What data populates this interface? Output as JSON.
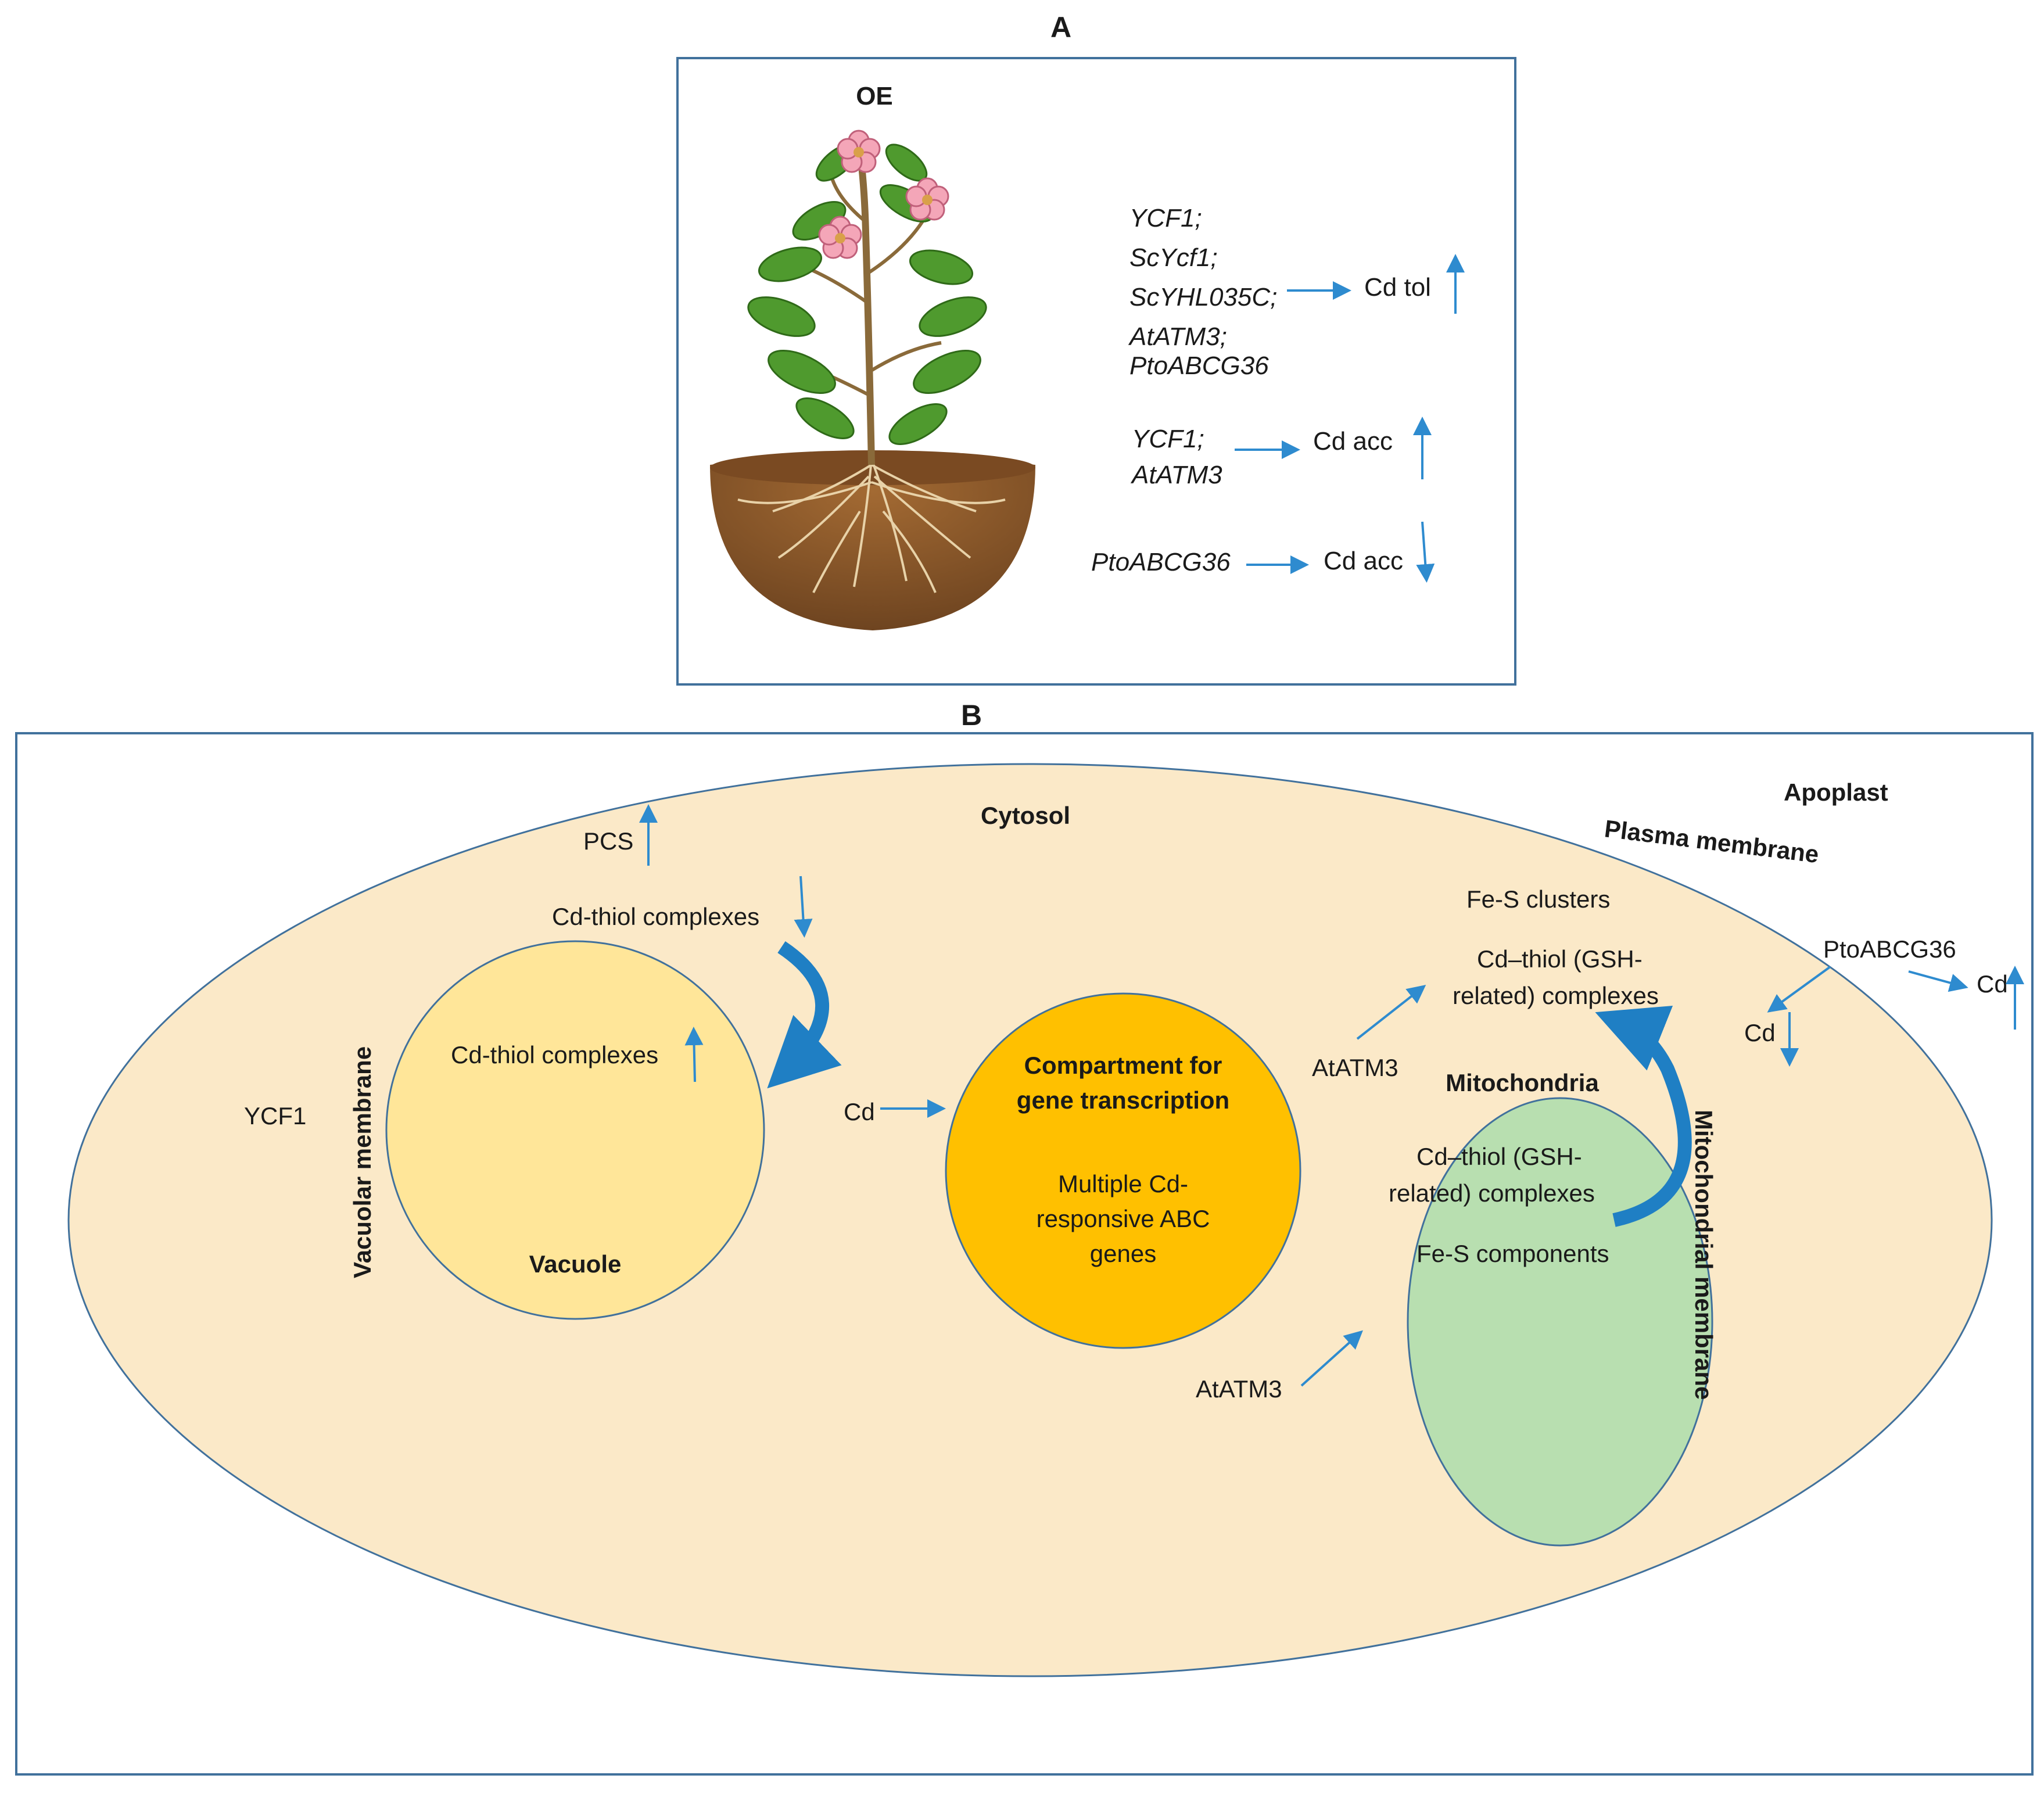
{
  "panel_a": {
    "label": "A",
    "oe_label": "OE",
    "gene_group_1": [
      "YCF1;",
      "ScYcf1;",
      "ScYHL035C;",
      "AtATM3;",
      "PtoABCG36"
    ],
    "effect_1": "Cd tol",
    "gene_group_2": [
      "YCF1;",
      "AtATM3"
    ],
    "effect_2": "Cd acc",
    "gene_group_3": "PtoABCG36",
    "effect_3": "Cd acc"
  },
  "panel_b": {
    "label": "B",
    "apoplast": "Apoplast",
    "plasma_membrane": "Plasma membrane",
    "cytosol": "Cytosol",
    "pcs": "PCS",
    "cd_thiol_cytosol": "Cd-thiol complexes",
    "cd_thiol_vacuole": "Cd-thiol complexes",
    "vacuolar_membrane": "Vacuolar membrane",
    "ycf1": "YCF1",
    "vacuole": "Vacuole",
    "cd_in": "Cd",
    "compartment_title": [
      "Compartment for",
      "gene transcription"
    ],
    "compartment_body": [
      "Multiple Cd-",
      "responsive ABC",
      "genes"
    ],
    "fe_s_clusters": "Fe-S clusters",
    "cd_thiol_gsh_cyt": [
      "Cd–thiol (GSH-",
      "related) complexes"
    ],
    "atatm3_upper": "AtATM3",
    "atatm3_lower": "AtATM3",
    "mitochondria": "Mitochondria",
    "cd_thiol_gsh_mito": [
      "Cd–thiol (GSH-",
      "related) complexes"
    ],
    "fe_s_components": "Fe-S components",
    "mitochondrial_membrane": "Mitochondrial membrane",
    "ptoabcg36": "PtoABCG36",
    "cd_cyt": "Cd",
    "cd_apo": "Cd"
  },
  "colors": {
    "frame": "#41719c",
    "arrow": "#2e8bcf",
    "curved_arrow": "#1f7fc4",
    "cell_fill": "#fbe9c8",
    "vacuole_fill": "#ffe699",
    "compartment_fill": "#ffc000",
    "mito_fill": "#b8dfb0",
    "soil": "#8a5a2b",
    "leaf": "#4f9a2e",
    "flower": "#f4a6b8"
  }
}
